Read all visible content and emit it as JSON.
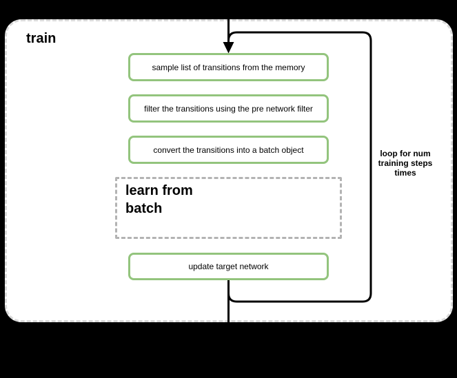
{
  "train_group": {
    "title": "train",
    "fill_color": "#ffffff",
    "border_color": "#d9d9d9"
  },
  "steps": [
    {
      "label": "sample list of transitions from the memory"
    },
    {
      "label": "filter the transitions using the pre network filter"
    },
    {
      "label": "convert the transitions into a batch object"
    },
    {
      "label": "learn from batch",
      "lines": [
        "learn from",
        "batch"
      ]
    },
    {
      "label": "update target network"
    }
  ],
  "loop": {
    "label": "loop for num training steps times",
    "label_lines": [
      "loop for num",
      "training steps",
      "times"
    ],
    "border_color": "#000000"
  },
  "colors": {
    "background": "#000000",
    "step_border_green": "#93c47d",
    "learn_box_dash_gray": "#b3b3b3",
    "container_dash_gray": "#d9d9d9",
    "line_black": "#000000",
    "text": "#000000"
  }
}
